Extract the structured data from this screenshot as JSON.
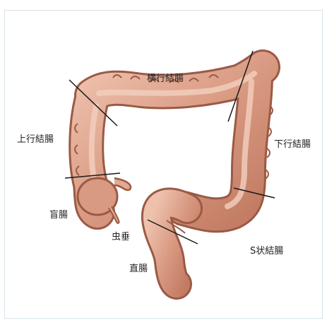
{
  "labels": {
    "transverse_colon": "横行結腸",
    "ascending_colon": "上行結腸",
    "descending_colon": "下行結腸",
    "cecum": "盲腸",
    "appendix": "虫垂",
    "sigmoid_colon": "S状結腸",
    "rectum": "直腸"
  },
  "colors": {
    "tissue_outline": "#9a5a45",
    "tissue_fill": "#d99a82",
    "tissue_light": "#eec1ad",
    "tissue_dark": "#b96f58",
    "divider_line": "#1a1a1a",
    "label_text": "#222222",
    "frame_border": "#d6e3ea"
  }
}
